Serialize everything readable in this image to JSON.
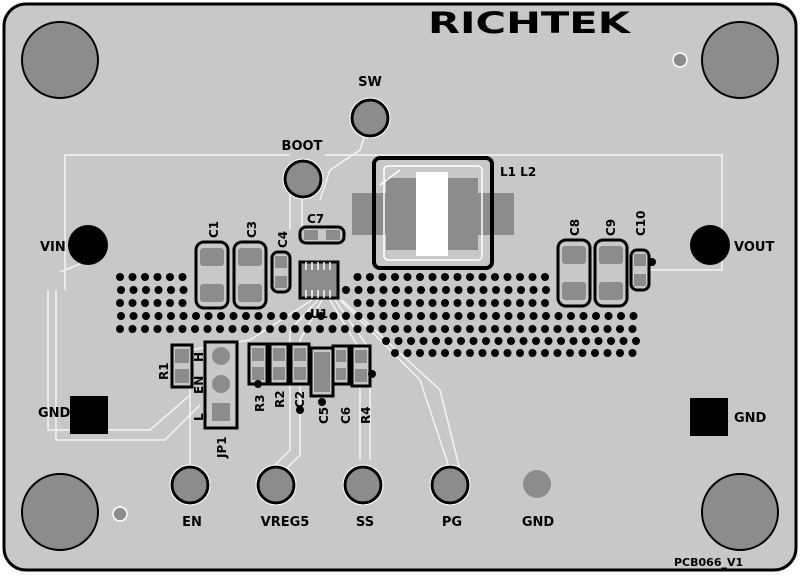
{
  "brand": "RICHTEK",
  "board_version": "PCB066_V1",
  "test_points": {
    "sw": "SW",
    "boot": "BOOT",
    "vin": "VIN",
    "vout": "VOUT",
    "gnd_left": "GND",
    "gnd_right": "GND",
    "en": "EN",
    "vreg5": "VREG5",
    "ss": "SS",
    "pg": "PG",
    "gnd_bottom": "GND"
  },
  "components": {
    "c1": "C1",
    "c3": "C3",
    "c4": "C4",
    "c7": "C7",
    "u1": "U1",
    "l1l2": "L1 L2",
    "c8": "C8",
    "c9": "C9",
    "c10": "C10",
    "r1": "R1",
    "r2": "R2",
    "r3": "R3",
    "r4": "R4",
    "c2": "C2",
    "c5": "C5",
    "c6": "C6",
    "jp1": "JP1",
    "jp1_h": "H",
    "jp1_en": "EN",
    "jp1_l": "L"
  },
  "colors": {
    "board": "#c8c8c8",
    "copper_pad": "#8c8c8c",
    "silkscreen": "#000000",
    "trace": "#f2f2f2"
  }
}
